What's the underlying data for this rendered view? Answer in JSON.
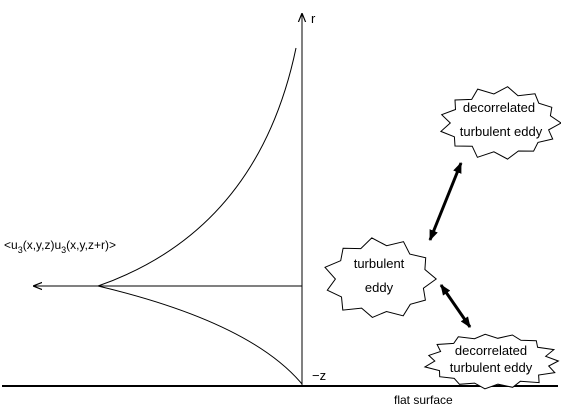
{
  "labels": {
    "r_axis": "r",
    "z_label": "−z",
    "surface": "flat surface",
    "correlation": {
      "prefix": "<u",
      "sub1": "3",
      "mid": "(x,y,z)u",
      "sub2": "3",
      "suffix": "(x,y,z+r)>"
    }
  },
  "eddies": {
    "center": [
      "turbulent",
      "eddy"
    ],
    "upper": [
      "decorrelated",
      "turbulent eddy"
    ],
    "lower": [
      "decorrelated",
      "turbulent eddy"
    ]
  },
  "colors": {
    "ink": "#000000",
    "background": "#ffffff"
  }
}
